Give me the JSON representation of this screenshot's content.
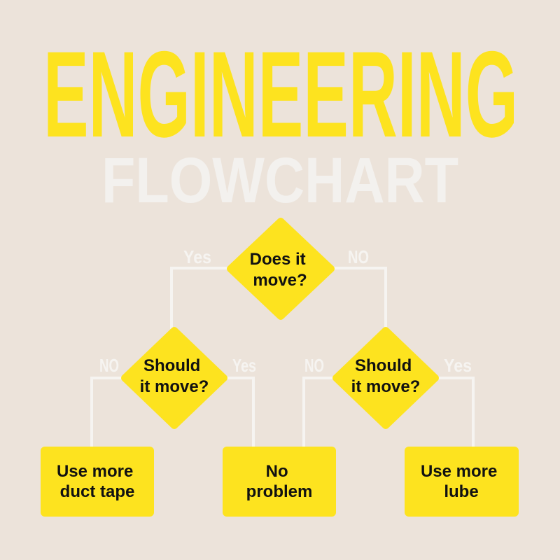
{
  "title": "ENGINEERING",
  "subtitle": "FLOWCHART",
  "colors": {
    "background": "#ece3da",
    "accent": "#fde31f",
    "line": "#f6f4f1",
    "text": "#111111"
  },
  "nodes": {
    "root": {
      "line1": "Does it",
      "line2": "move?"
    },
    "left": {
      "line1": "Should",
      "line2": "it move?"
    },
    "right": {
      "line1": "Should",
      "line2": "it move?"
    },
    "out1": {
      "line1": "Use more",
      "line2": "duct tape"
    },
    "out2": {
      "line1": "No",
      "line2": "problem"
    },
    "out3": {
      "line1": "Use more",
      "line2": "lube"
    }
  },
  "edges": {
    "root_left": "Yes",
    "root_right": "NO",
    "left_out1": "NO",
    "left_out2": "Yes",
    "right_out2": "NO",
    "right_out3": "Yes"
  }
}
